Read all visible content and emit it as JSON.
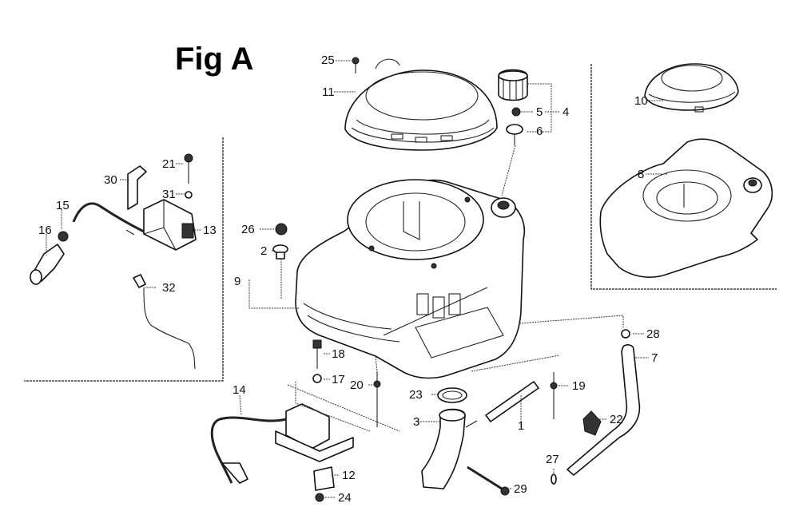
{
  "figure": {
    "title": "Fig A",
    "type": "exploded parts diagram"
  },
  "callouts": [
    {
      "id": "1",
      "label": "1"
    },
    {
      "id": "2",
      "label": "2"
    },
    {
      "id": "3",
      "label": "3"
    },
    {
      "id": "4",
      "label": "4"
    },
    {
      "id": "5",
      "label": "5"
    },
    {
      "id": "6",
      "label": "6"
    },
    {
      "id": "7",
      "label": "7"
    },
    {
      "id": "8",
      "label": "8"
    },
    {
      "id": "9",
      "label": "9"
    },
    {
      "id": "10",
      "label": "10"
    },
    {
      "id": "11",
      "label": "11"
    },
    {
      "id": "12",
      "label": "12"
    },
    {
      "id": "13",
      "label": "13"
    },
    {
      "id": "14",
      "label": "14"
    },
    {
      "id": "15",
      "label": "15"
    },
    {
      "id": "16",
      "label": "16"
    },
    {
      "id": "17",
      "label": "17"
    },
    {
      "id": "18",
      "label": "18"
    },
    {
      "id": "19",
      "label": "19"
    },
    {
      "id": "20",
      "label": "20"
    },
    {
      "id": "21",
      "label": "21"
    },
    {
      "id": "22",
      "label": "22"
    },
    {
      "id": "23",
      "label": "23"
    },
    {
      "id": "24",
      "label": "24"
    },
    {
      "id": "25",
      "label": "25"
    },
    {
      "id": "26",
      "label": "26"
    },
    {
      "id": "27",
      "label": "27"
    },
    {
      "id": "28",
      "label": "28"
    },
    {
      "id": "29",
      "label": "29"
    },
    {
      "id": "30",
      "label": "30"
    },
    {
      "id": "31",
      "label": "31"
    },
    {
      "id": "32",
      "label": "32"
    }
  ],
  "insets": [
    {
      "name": "ignition-coil-variant",
      "contains": [
        "13",
        "15",
        "16",
        "21",
        "30",
        "31",
        "32"
      ]
    },
    {
      "name": "shroud-variant",
      "contains": [
        "8",
        "10"
      ]
    }
  ]
}
